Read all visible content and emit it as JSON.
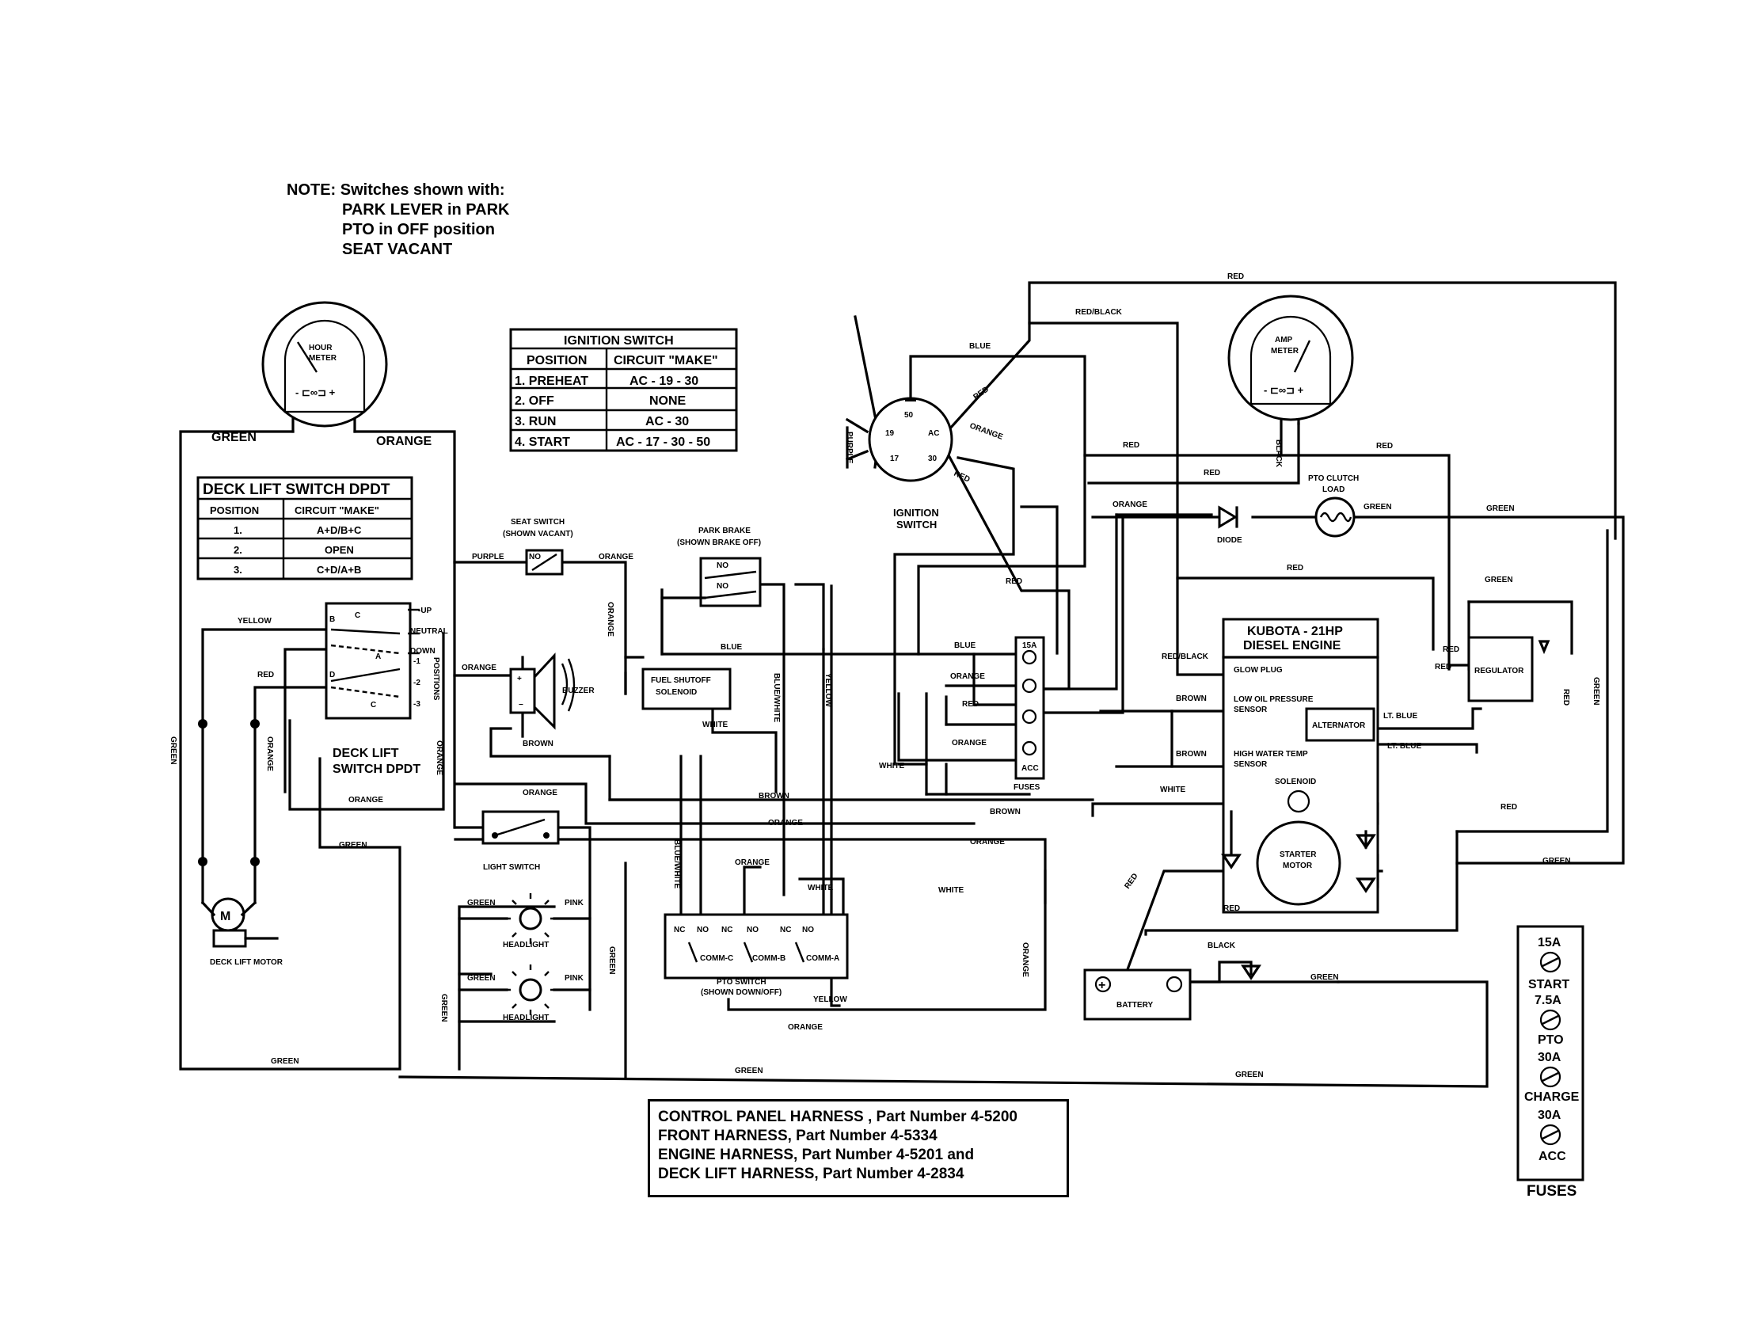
{
  "note": {
    "title": "NOTE: Switches shown with:",
    "lines": [
      "PARK LEVER in PARK",
      "PTO in OFF position",
      "SEAT VACANT"
    ]
  },
  "ignition_table": {
    "title": "IGNITION SWITCH",
    "headers": [
      "POSITION",
      "CIRCUIT \"MAKE\""
    ],
    "rows": [
      [
        "1.  PREHEAT",
        "AC - 19 - 30"
      ],
      [
        "2.  OFF",
        "NONE"
      ],
      [
        "3.  RUN",
        "AC - 30"
      ],
      [
        "4.  START",
        "AC - 17 - 30 - 50"
      ]
    ]
  },
  "deck_table": {
    "title": "DECK LIFT SWITCH DPDT",
    "headers": [
      "POSITION",
      "CIRCUIT \"MAKE\""
    ],
    "rows": [
      [
        "1.",
        "A+D/B+C"
      ],
      [
        "2.",
        "OPEN"
      ],
      [
        "3.",
        "C+D/A+B"
      ]
    ]
  },
  "components": {
    "hour_meter": "HOUR METER",
    "amp_meter": "AMP METER",
    "ignition_switch": "IGNITION SWITCH",
    "seat_switch": "SEAT SWITCH (SHOWN VACANT)",
    "park_brake": "PARK BRAKE (SHOWN BRAKE OFF)",
    "buzzer": "BUZZER",
    "fuel_shutoff": "FUEL SHUTOFF SOLENOID",
    "deck_lift_switch": "DECK LIFT SWITCH DPDT",
    "deck_lift_motor": "DECK LIFT MOTOR",
    "light_switch": "LIGHT SWITCH",
    "headlight": "HEADLIGHT",
    "pto_switch": "PTO SWITCH (SHOWN DOWN/OFF)",
    "fuses": "FUSES",
    "diode": "DIODE",
    "pto_clutch": "PTO CLUTCH LOAD",
    "engine": "KUBOTA - 21HP DIESEL ENGINE",
    "glow_plug": "GLOW PLUG",
    "oil_sensor": "LOW OIL PRESSURE SENSOR",
    "water_sensor": "HIGH WATER TEMP SENSOR",
    "alternator": "ALTERNATOR",
    "regulator": "REGULATOR",
    "solenoid": "SOLENOID",
    "starter_motor": "STARTER MOTOR",
    "battery": "BATTERY",
    "positions": "POSITIONS",
    "switch_positions": [
      "UP",
      "NEUTRAL",
      "DOWN"
    ]
  },
  "fuse_legend": {
    "items": [
      {
        "rating": "15A",
        "name": "START"
      },
      {
        "rating": "7.5A",
        "name": "PTO"
      },
      {
        "rating": "30A",
        "name": "CHARGE"
      },
      {
        "rating": "30A",
        "name": "ACC"
      }
    ],
    "caption": "FUSES"
  },
  "harness_note": [
    "CONTROL PANEL HARNESS , Part Number 4-5200",
    "FRONT HARNESS, Part Number 4-5334",
    "ENGINE HARNESS, Part Number 4-5201 and",
    "DECK LIFT HARNESS, Part Number 4-2834"
  ],
  "wires": {
    "green": "GREEN",
    "orange": "ORANGE",
    "red": "RED",
    "blue": "BLUE",
    "purple": "PURPLE",
    "yellow": "YELLOW",
    "brown": "BROWN",
    "white": "WHITE",
    "pink": "PINK",
    "black": "BLACK",
    "red_black": "RED/BLACK",
    "blue_white": "BLUE/WHITE",
    "lt_blue": "LT. BLUE"
  }
}
